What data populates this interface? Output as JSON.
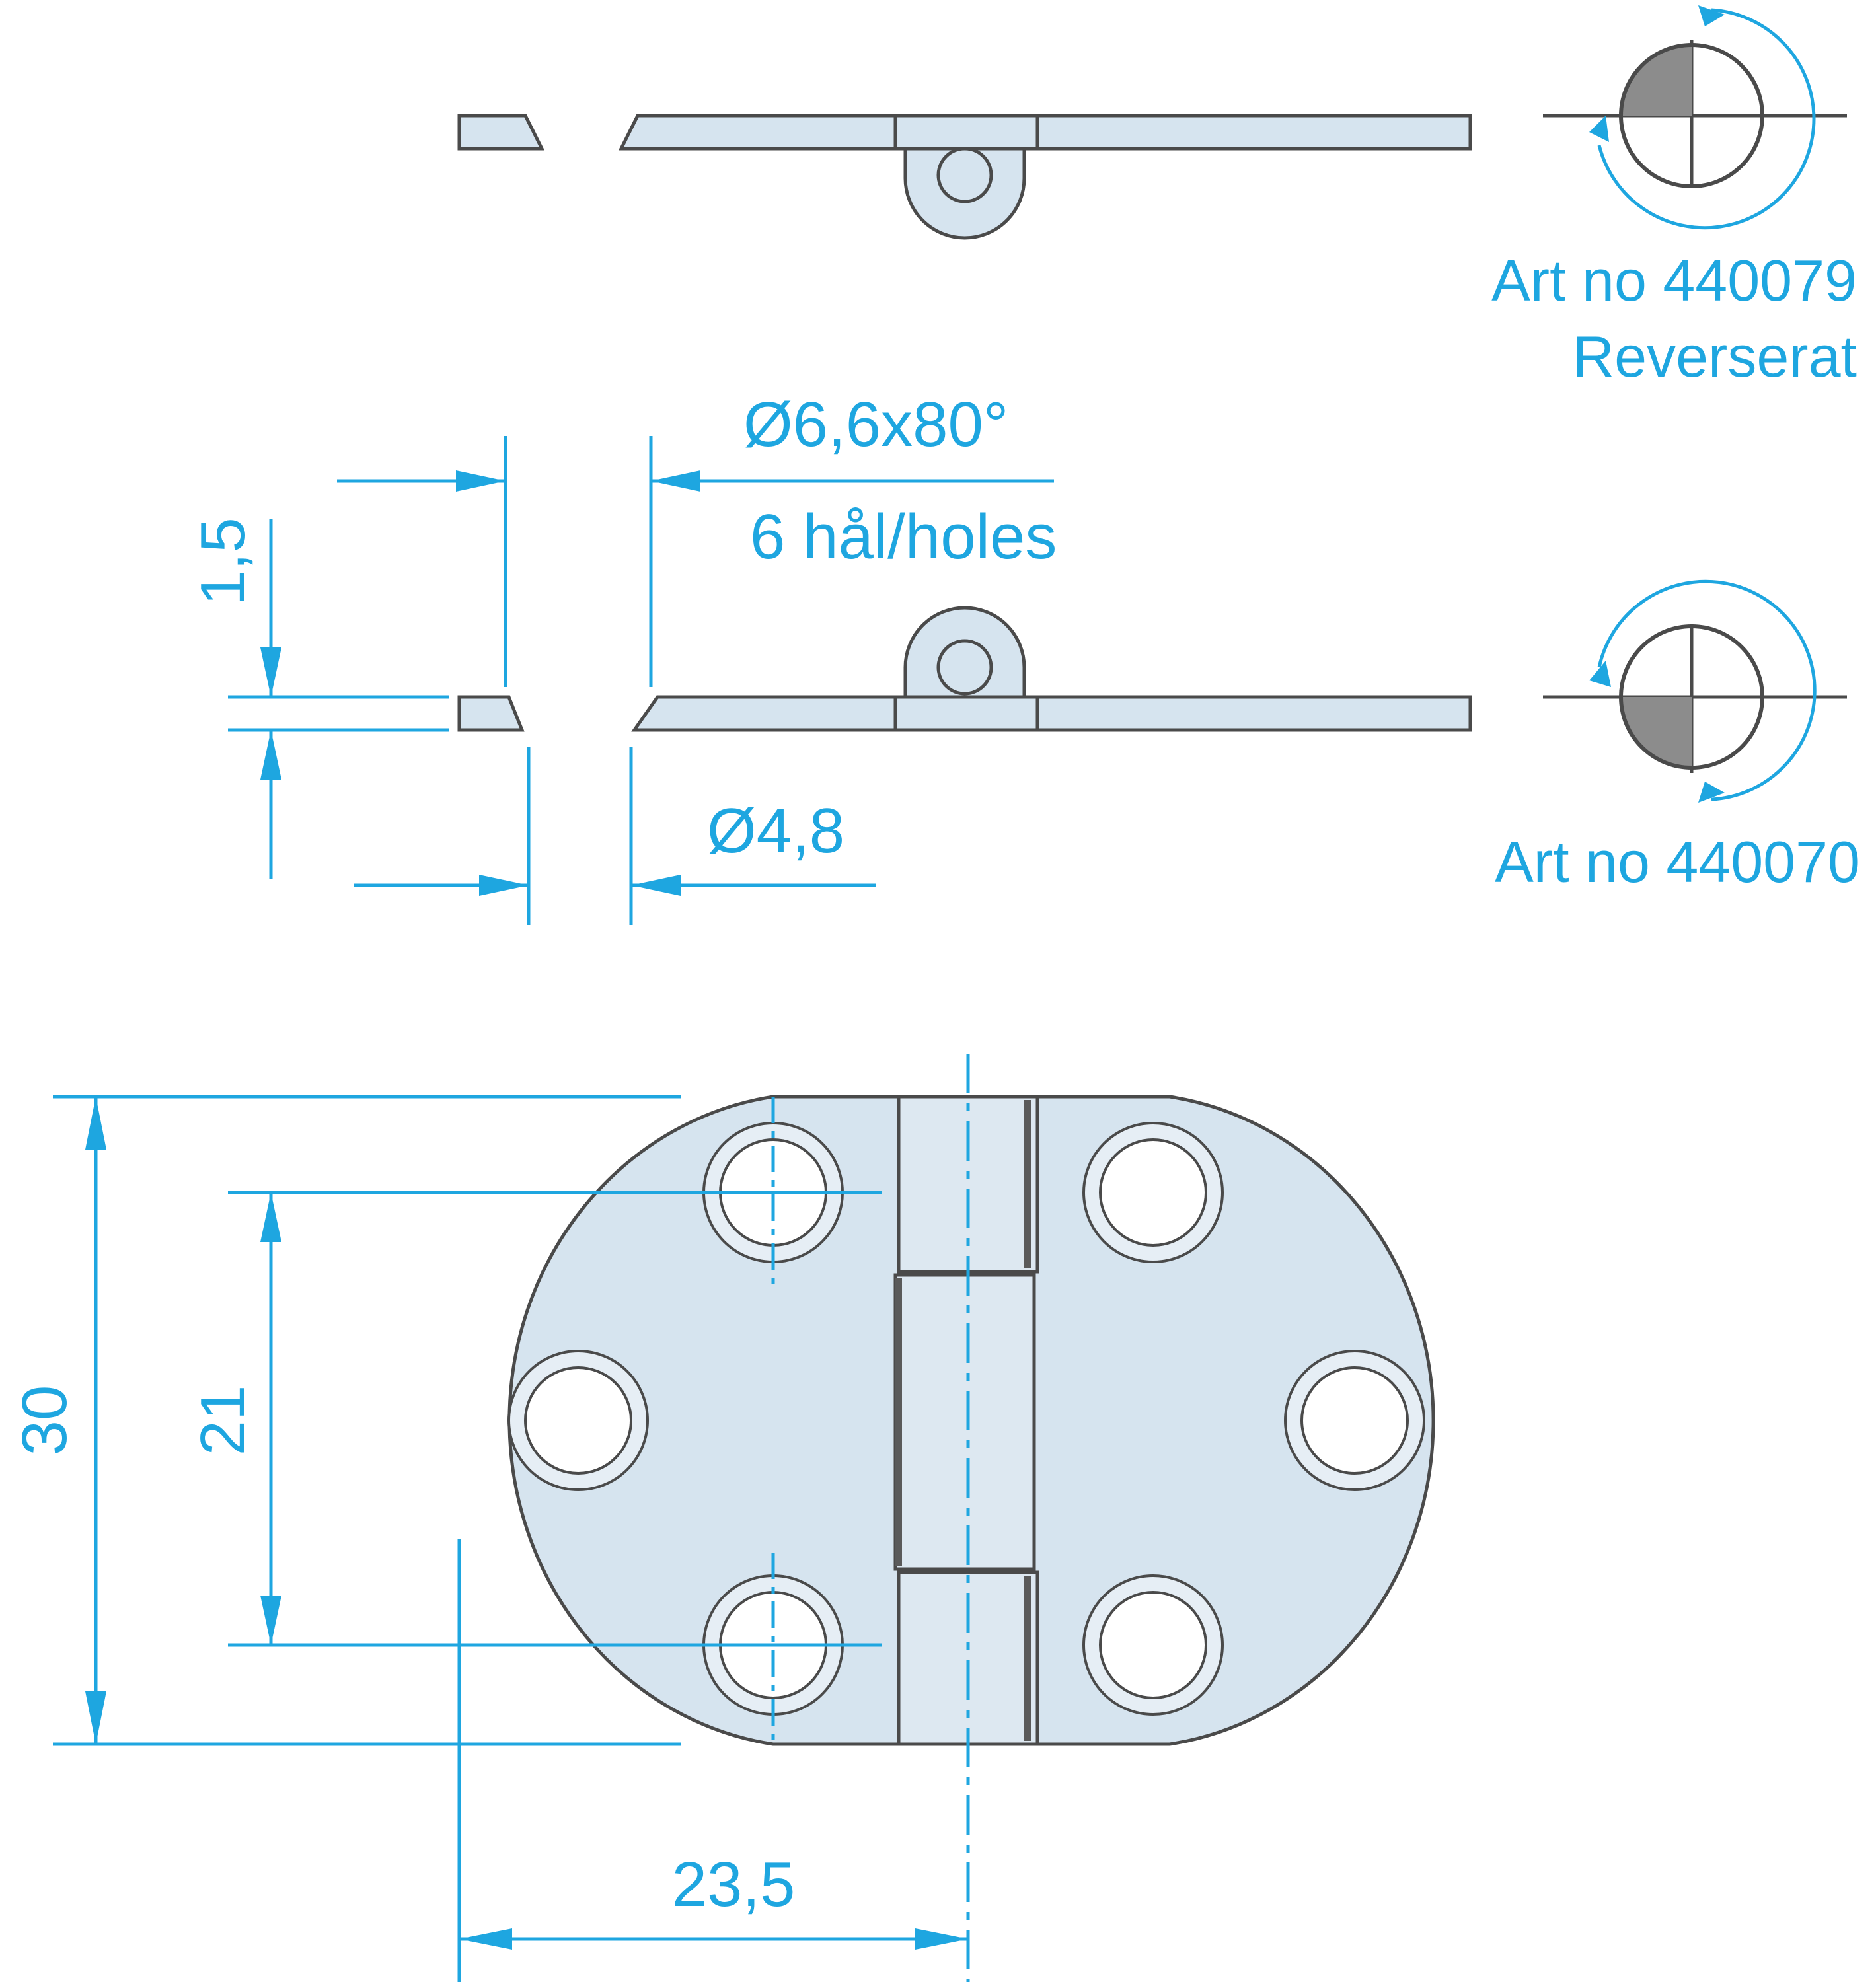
{
  "colors": {
    "dimension": "#1ea6e0",
    "part_fill": "#d6e4ef",
    "part_stroke": "#4a4a4a",
    "quadrant_fill": "#8c8c8c",
    "background": "#ffffff"
  },
  "labels": {
    "variant_top_art": "Art no 440079",
    "variant_top_note": "Reverserat",
    "variant_bottom_art": "Art no 440070"
  },
  "dimensions": {
    "countersink": "Ø6,6x80°",
    "holes_note": "6 hål/holes",
    "thickness": "1,5",
    "hole_diameter": "Ø4,8",
    "overall_height": "30",
    "hole_spacing": "21",
    "half_width": "23,5"
  }
}
